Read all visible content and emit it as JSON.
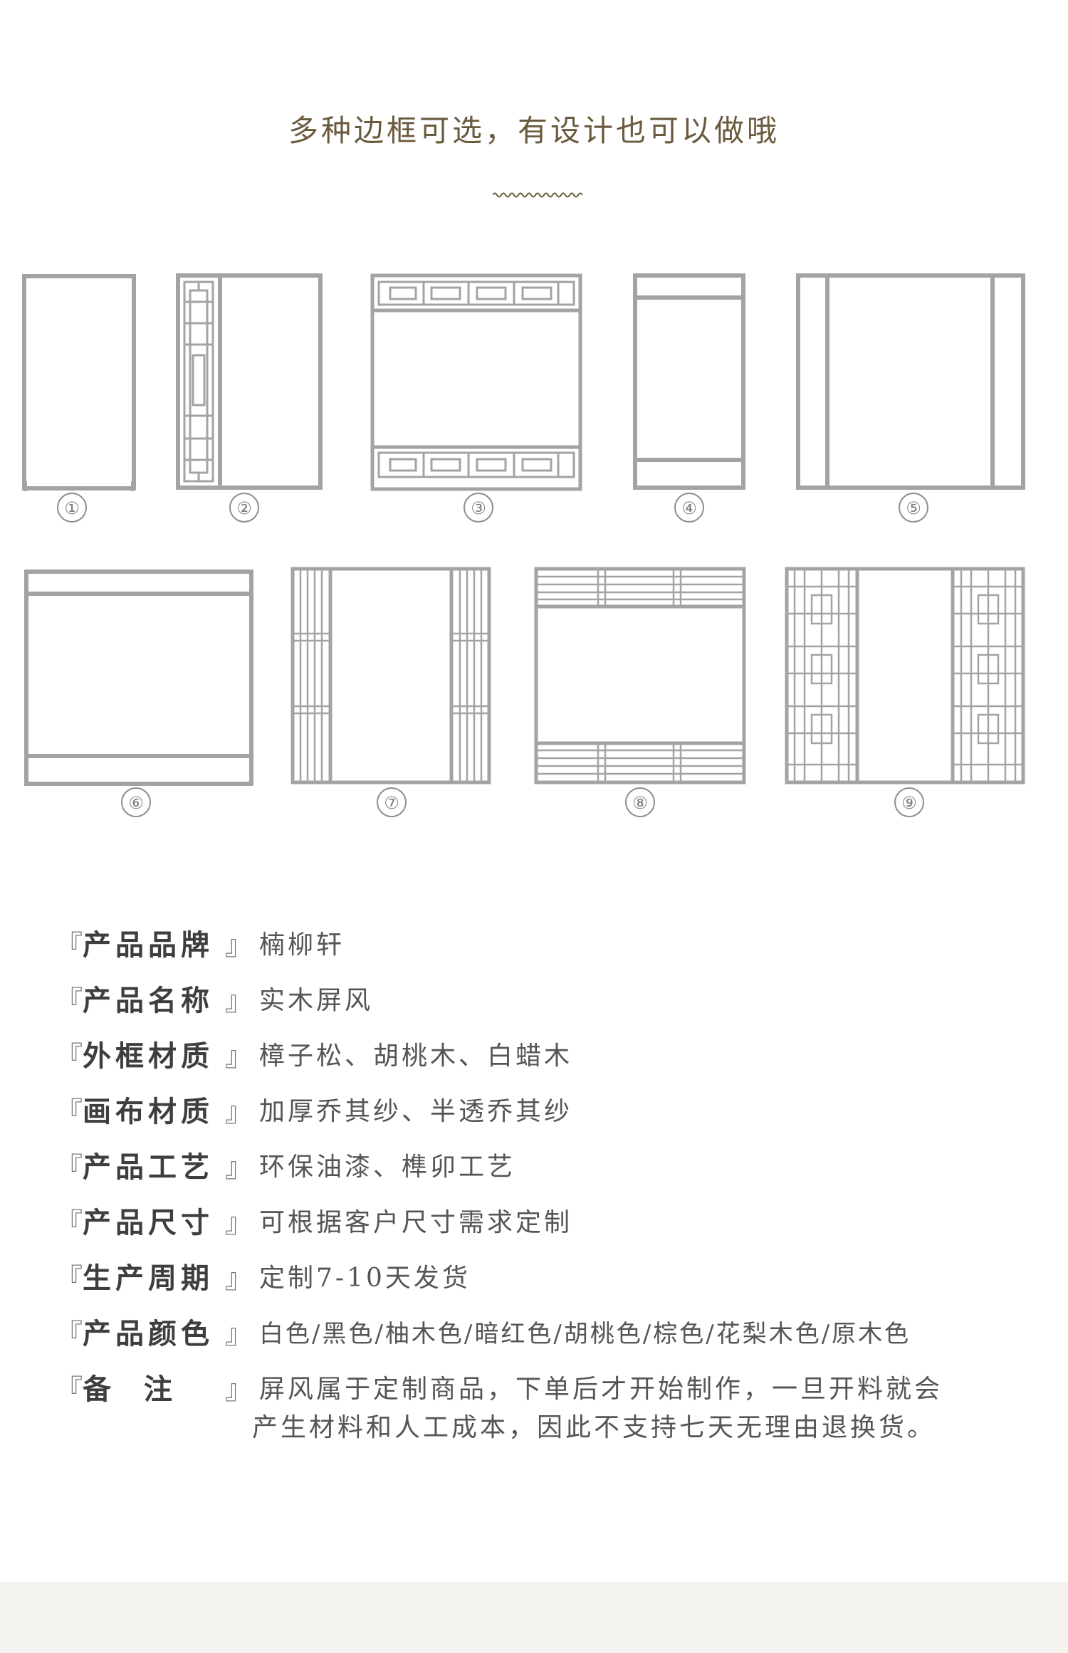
{
  "header": {
    "title": "多种边框可选，有设计也可以做哦"
  },
  "frames": [
    {
      "number": "①"
    },
    {
      "number": "②"
    },
    {
      "number": "③"
    },
    {
      "number": "④"
    },
    {
      "number": "⑤"
    },
    {
      "number": "⑥"
    },
    {
      "number": "⑦"
    },
    {
      "number": "⑧"
    },
    {
      "number": "⑨"
    }
  ],
  "specs": {
    "open": "『",
    "close": "』",
    "rows": [
      {
        "label": "产品品牌",
        "value": "楠柳轩"
      },
      {
        "label": "产品名称",
        "value": "实木屏风"
      },
      {
        "label": "外框材质",
        "value": "樟子松、胡桃木、白蜡木"
      },
      {
        "label": "画布材质",
        "value": "加厚乔其纱、半透乔其纱"
      },
      {
        "label": "产品工艺",
        "value": "环保油漆、榫卯工艺"
      },
      {
        "label": "产品尺寸",
        "value": "可根据客户尺寸需求定制"
      },
      {
        "label": "生产周期",
        "value": "定制7-10天发货"
      },
      {
        "label": "产品颜色",
        "value": "白色/黑色/柚木色/暗红色/胡桃色/棕色/花梨木色/原木色"
      }
    ],
    "note": {
      "label": "备  注",
      "lines": [
        "屏风属于定制商品，下单后才开始制作，一旦开料就会",
        "产生材料和人工成本，因此不支持七天无理由退换货。"
      ]
    }
  },
  "colors": {
    "frame_stroke": "#a3a3a3",
    "title": "#6a5a3e",
    "footer": "#f4f2ee"
  }
}
